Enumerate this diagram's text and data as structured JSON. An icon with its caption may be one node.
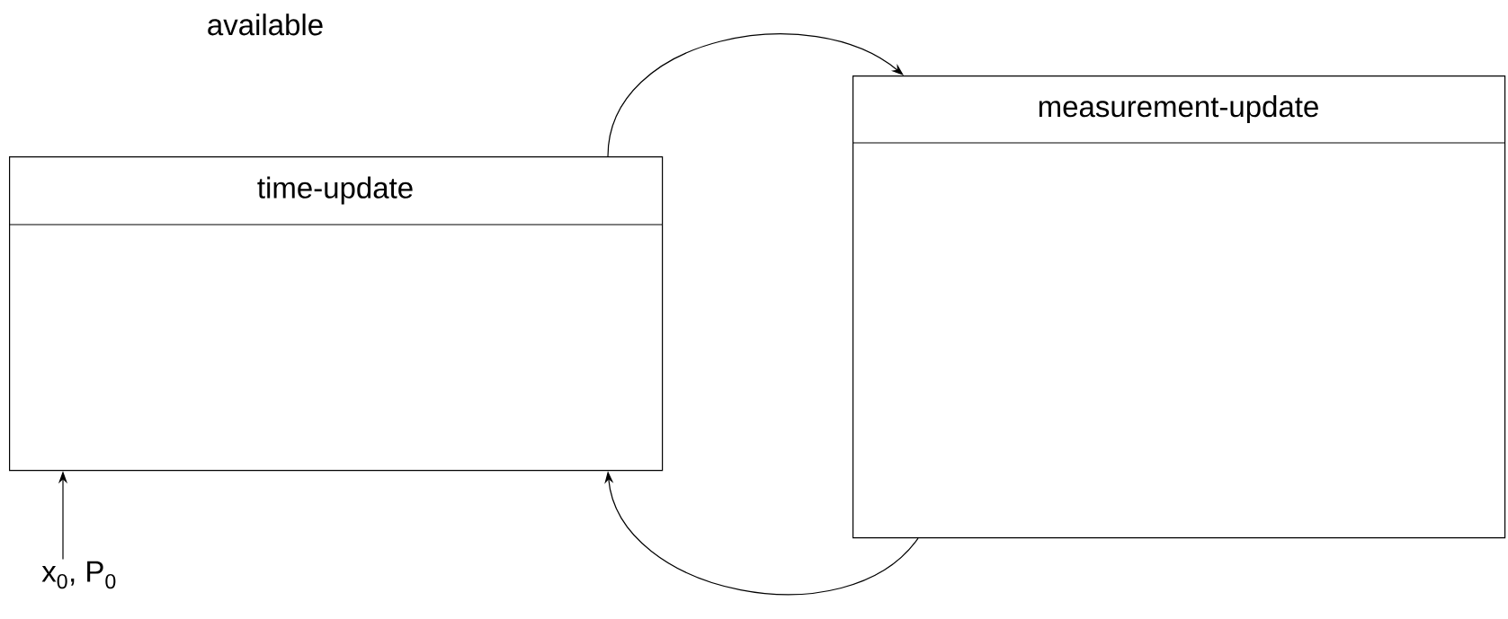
{
  "diagram": {
    "nodes": [
      {
        "text": [
          "time-update"
        ]
      },
      {
        "text": [
          "measurement-update"
        ]
      },
      {
        "text": [
          "x$_{0}$, P$_{0}$"
        ]
      }
    ],
    "edges": [
      {
        "from": 0,
        "to": 1,
        "arrow": "to"
      },
      {
        "from": 1,
        "to": 0,
        "arrow": "to"
      },
      {
        "from": 2,
        "to": 0,
        "arrow": "to"
      }
    ],
    "labels": [
      "available"
    ]
  }
}
